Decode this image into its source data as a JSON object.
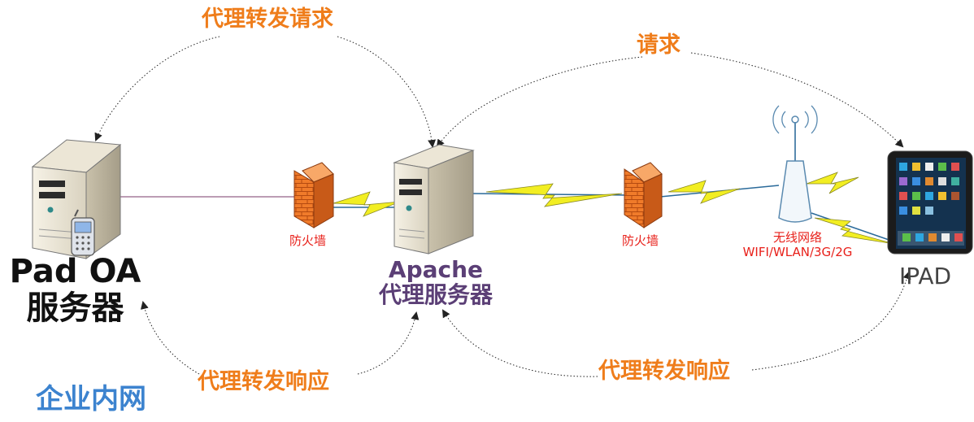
{
  "arrows": {
    "proxy_forward_request": "代理转发请求",
    "request": "请求",
    "proxy_forward_response_left": "代理转发响应",
    "proxy_forward_response_right": "代理转发响应"
  },
  "nodes": {
    "oa_server": {
      "line1": "Pad OA",
      "line2": "服务器"
    },
    "apache": {
      "line1": "Apache",
      "line2": "代理服务器"
    },
    "ipad": "IPAD",
    "firewall_left": "防火墙",
    "firewall_right": "防火墙",
    "wireless": {
      "line1": "无线网络",
      "line2": "WIFI/WLAN/3G/2G"
    }
  },
  "zone": {
    "intranet": "企业内网"
  },
  "colors": {
    "arrow_label": "#ef7d1b",
    "firewall_label": "#e8201a",
    "apache_label": "#5b3f76",
    "intranet_label": "#3c83cf",
    "lightning": "#f2ee22",
    "firewall_brick": "#f07b2a"
  },
  "icons": [
    "server-icon",
    "mobile-phone-icon",
    "firewall-icon",
    "lightning-icon",
    "wireless-router-icon",
    "tablet-icon"
  ]
}
